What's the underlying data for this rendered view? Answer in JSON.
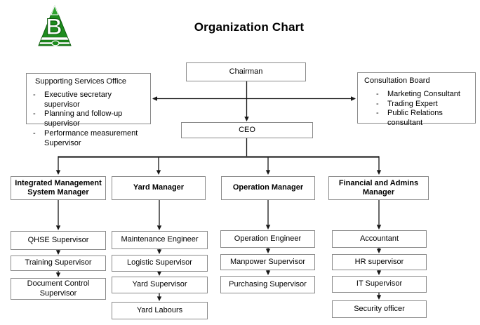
{
  "title": "Organization Chart",
  "logo": {
    "letter": "B",
    "name": "company-logo",
    "green": "#1e8c1e",
    "dark_green": "#0a5a0a"
  },
  "chairman": {
    "label": "Chairman"
  },
  "ceo": {
    "label": "CEO"
  },
  "supporting_office": {
    "title": "Supporting Services Office",
    "items": [
      "Executive secretary supervisor",
      "Planning and follow-up supervisor",
      "Performance measurement Supervisor"
    ]
  },
  "consultation_board": {
    "title": "Consultation Board",
    "items": [
      "Marketing Consultant",
      "Trading Expert",
      "Public Relations consultant"
    ]
  },
  "columns": [
    {
      "manager": "Integrated Management System Manager",
      "subordinates": [
        "QHSE Supervisor",
        "Training Supervisor",
        "Document Control Supervisor"
      ]
    },
    {
      "manager": "Yard Manager",
      "subordinates": [
        "Maintenance Engineer",
        "Logistic Supervisor",
        "Yard Supervisor",
        "Yard Labours"
      ]
    },
    {
      "manager": "Operation Manager",
      "subordinates": [
        "Operation Engineer",
        "Manpower Supervisor",
        "Purchasing Supervisor"
      ]
    },
    {
      "manager": "Financial and Admins Manager",
      "subordinates": [
        "Accountant",
        "HR supervisor",
        "IT Supervisor",
        "Security officer"
      ]
    }
  ],
  "colors": {
    "box_border": "#8a8a8a",
    "line": "#171717",
    "thick_line": "#3f3f3f"
  }
}
